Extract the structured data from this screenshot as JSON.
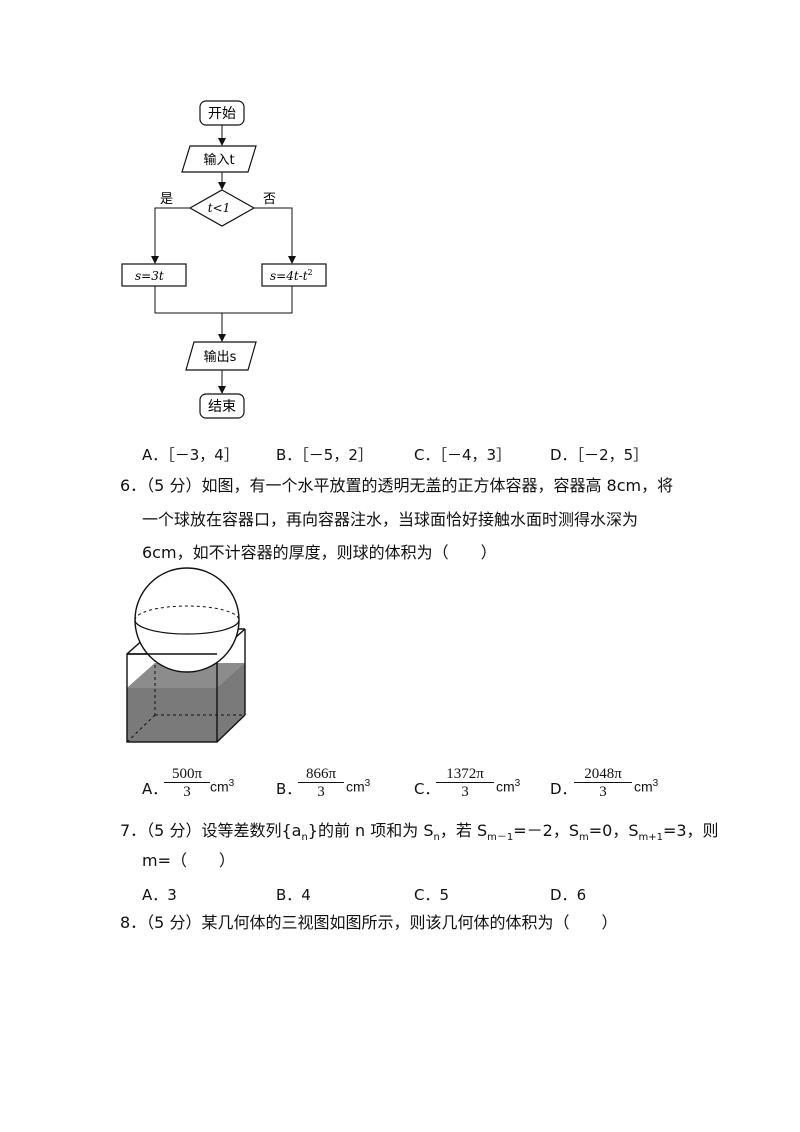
{
  "flowchart": {
    "start": "开始",
    "input": "输入t",
    "condition": "t<1",
    "yes": "是",
    "no": "否",
    "left_box": "s=3t",
    "right_box": "s=4t-t",
    "right_box_sup": "2",
    "output": "输出s",
    "end": "结束"
  },
  "q5": {
    "options": [
      {
        "letter": "A．",
        "text": "［－3，4］"
      },
      {
        "letter": "B．",
        "text": "［－5，2］"
      },
      {
        "letter": "C．",
        "text": "［－4，3］"
      },
      {
        "letter": "D．",
        "text": "［－2，5］"
      }
    ]
  },
  "q6": {
    "line1": "6．（5 分）如图，有一个水平放置的透明无盖的正方体容器，容器高 8cm，将",
    "line2": "一个球放在容器口，再向容器注水，当球面恰好接触水面时测得水深为",
    "line3": "6cm，如不计容器的厚度，则球的体积为（　　）",
    "options": [
      {
        "letter": "A．",
        "num": "500π",
        "den": "3",
        "unit": "cm",
        "exp": "3"
      },
      {
        "letter": "B．",
        "num": "866π",
        "den": "3",
        "unit": "cm",
        "exp": "3"
      },
      {
        "letter": "C．",
        "num": "1372π",
        "den": "3",
        "unit": "cm",
        "exp": "3"
      },
      {
        "letter": "D．",
        "num": "2048π",
        "den": "3",
        "unit": "cm",
        "exp": "3"
      }
    ]
  },
  "q7": {
    "p1": "7．（5 分）设等差数列{a",
    "n": "n",
    "p2": "}的前 n 项和为 S",
    "p3": "，若 S",
    "m1": "m－1",
    "p4": "=－2，S",
    "m": "m",
    "p5": "=0，S",
    "mp1": "m+1",
    "p6": "=3，则",
    "line2": "m=（　　）",
    "options": [
      {
        "letter": "A．",
        "text": "3"
      },
      {
        "letter": "B．",
        "text": "4"
      },
      {
        "letter": "C．",
        "text": "5"
      },
      {
        "letter": "D．",
        "text": "6"
      }
    ]
  },
  "q8": {
    "line1": "8．（5 分）某几何体的三视图如图所示，则该几何体的体积为（　　）"
  }
}
